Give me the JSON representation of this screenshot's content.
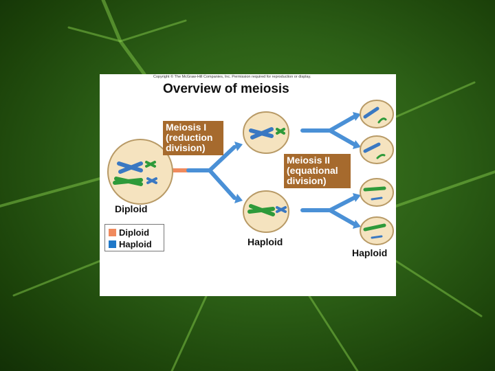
{
  "figure": {
    "copyright": "Copyright © The McGraw-Hill Companies, Inc. Permission required for reproduction or display.",
    "title": "Overview of meiosis",
    "meiosis_1_label": [
      "Meiosis I",
      "(reduction",
      "division)"
    ],
    "meiosis_2_label": [
      "Meiosis II",
      "(equational",
      "division)"
    ],
    "diploid_caption": "Diploid",
    "haploid_caption_middle": "Haploid",
    "haploid_caption_right": "Haploid",
    "legend": [
      {
        "label": "Diploid",
        "color": "#f08a5d"
      },
      {
        "label": "Haploid",
        "color": "#1f78c8"
      }
    ]
  },
  "colors": {
    "cell_fill": "#f5e3bf",
    "cell_border": "#b89a66",
    "chromosome_blue": "#3a78c2",
    "chromosome_green": "#2e9a3a",
    "arrow_blue": "#4a90d6",
    "diploid_orange": "#f08a5d",
    "label_brown": "#a66a2d"
  }
}
